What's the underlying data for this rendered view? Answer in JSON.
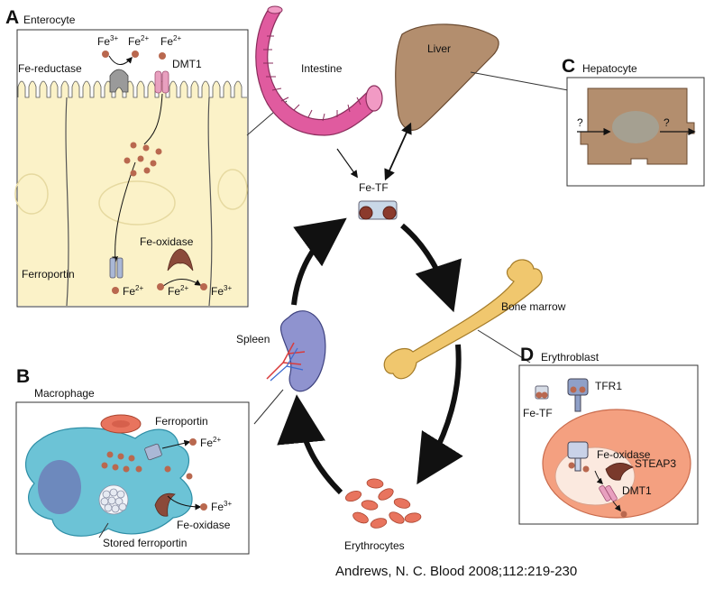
{
  "panels": {
    "a": {
      "letter": "A",
      "title": "Enterocyte"
    },
    "b": {
      "letter": "B",
      "title": "Macrophage"
    },
    "c": {
      "letter": "C",
      "title": "Hepatocyte"
    },
    "d": {
      "letter": "D",
      "title": "Erythroblast"
    }
  },
  "enterocyte": {
    "fe": "Fe",
    "plus3": "3+",
    "plus2": "2+",
    "fe_reductase": "Fe-reductase",
    "dmt1": "DMT1",
    "fe_oxidase": "Fe-oxidase",
    "ferroportin": "Ferroportin"
  },
  "organs": {
    "intestine": "Intestine",
    "liver": "Liver",
    "fe_tf": "Fe-TF",
    "bone_marrow": "Bone marrow",
    "spleen": "Spleen",
    "erythrocytes": "Erythrocytes"
  },
  "hepatocyte": {
    "q_left": "?",
    "q_right": "?"
  },
  "macrophage": {
    "ferroportin": "Ferroportin",
    "fe_oxidase": "Fe-oxidase",
    "stored": "Stored ferroportin"
  },
  "erythroblast": {
    "tfr1": "TFR1",
    "fe_tf": "Fe-TF",
    "fe_oxidase": "Fe-oxidase",
    "steap3": "STEAP3",
    "dmt1": "DMT1"
  },
  "credit": "Andrews, N. C. Blood 2008;112:219-230",
  "colors": {
    "villus": "#fbf2c8",
    "iron": "#b9684f",
    "transporter": "#aab8d6",
    "intestine": "#e05b9f",
    "liver": "#b38e6e",
    "bone": "#f0c76e",
    "spleen": "#8f93cf",
    "macrophage": "#6cc3d6",
    "erythroblast": "#f4a080",
    "rbc": "#e8745e"
  }
}
